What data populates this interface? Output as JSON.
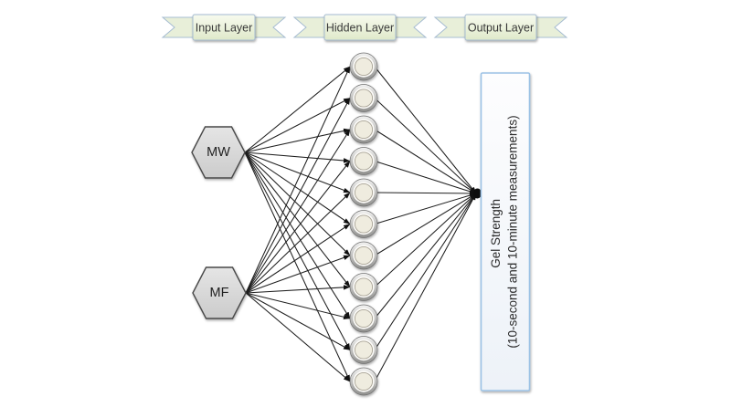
{
  "banners": {
    "input": "Input Layer",
    "hidden": "Hidden Layer",
    "output": "Output Layer"
  },
  "input_layer": {
    "nodes": [
      {
        "label": "MW"
      },
      {
        "label": "MF"
      }
    ]
  },
  "hidden_layer": {
    "node_count": 11
  },
  "output_layer": {
    "line1": "Gel Strength",
    "line2": "(10-second and 10-minute measurements)"
  },
  "icons": {
    "input_node_shape": "hexagon-icon",
    "hidden_node_shape": "circle-node-icon",
    "connector": "arrow-icon"
  },
  "colors": {
    "background": "#ffffff",
    "ribbon_fill": "#e8efd9",
    "ribbon_border": "#a6bcd2",
    "hexagon_fill": "#d8d8d8",
    "hexagon_border": "#484848",
    "hidden_node_inner": "#efecdf",
    "hidden_node_ring": "#8f8f8d",
    "output_box_border": "#9cc2e5",
    "output_box_fill": "#f4f8fc",
    "edge": "#1f1f1f",
    "text": "#333333"
  }
}
